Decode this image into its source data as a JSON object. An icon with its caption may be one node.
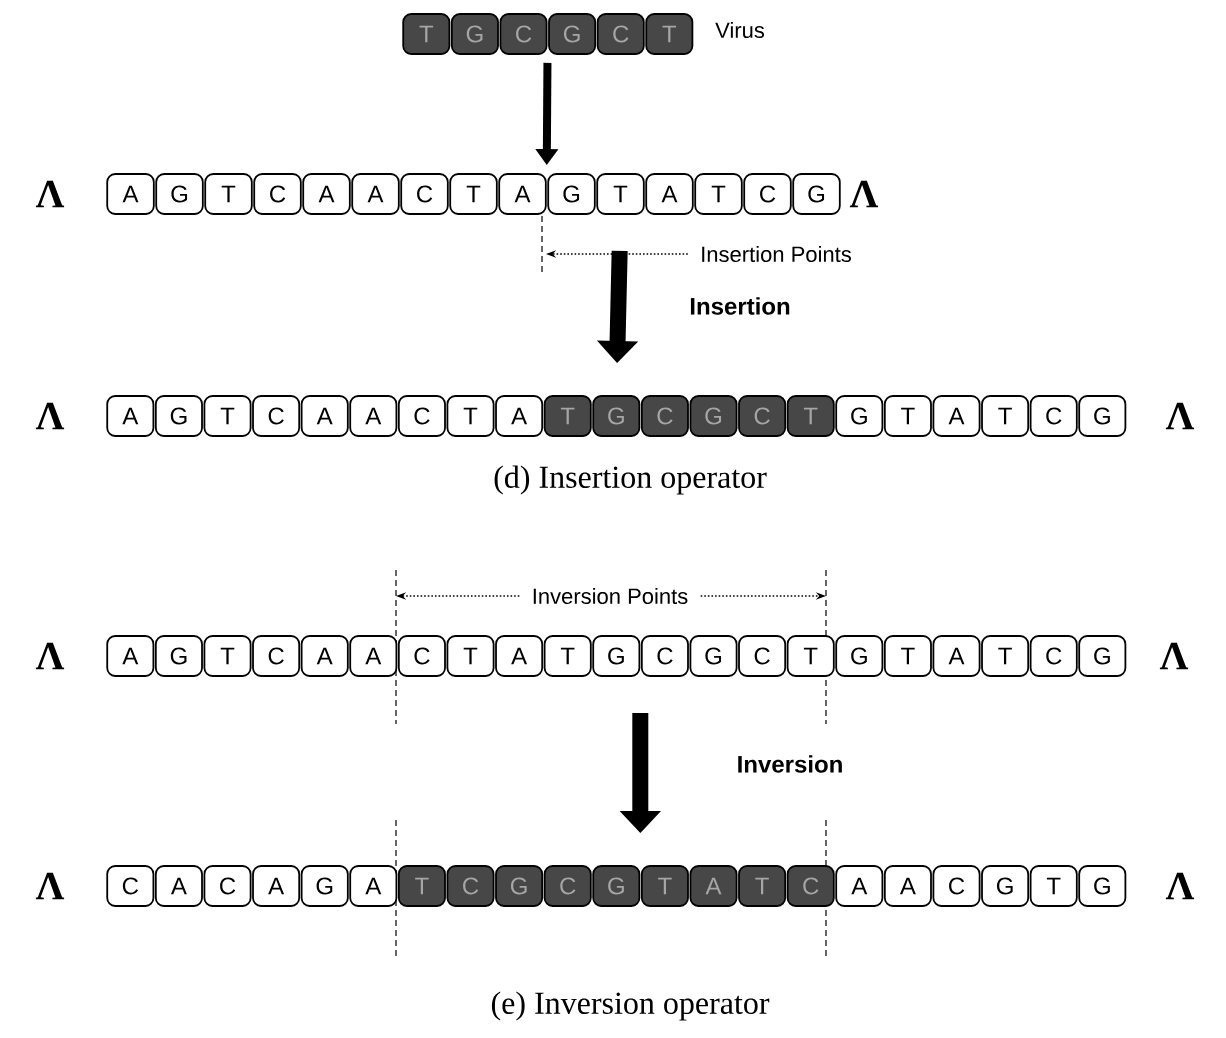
{
  "diagram": {
    "nodes": [
      {
        "text": [
          "T"
        ]
      },
      {
        "text": [
          "G"
        ]
      },
      {
        "text": [
          "C"
        ]
      },
      {
        "text": [
          "G"
        ]
      },
      {
        "text": [
          "C"
        ]
      },
      {
        "text": [
          "T"
        ]
      },
      {
        "text": [
          "A"
        ]
      },
      {
        "text": [
          "G"
        ]
      },
      {
        "text": [
          "T"
        ]
      },
      {
        "text": [
          "C"
        ]
      },
      {
        "text": [
          "A"
        ]
      },
      {
        "text": [
          "A"
        ]
      },
      {
        "text": [
          "C"
        ]
      },
      {
        "text": [
          "T"
        ]
      },
      {
        "text": [
          "A"
        ]
      },
      {
        "text": [
          "G"
        ]
      },
      {
        "text": [
          "T"
        ]
      },
      {
        "text": [
          "A"
        ]
      },
      {
        "text": [
          "T"
        ]
      },
      {
        "text": [
          "C"
        ]
      },
      {
        "text": [
          "G"
        ]
      },
      {
        "text": [
          "A"
        ]
      },
      {
        "text": [
          "G"
        ]
      },
      {
        "text": [
          "T"
        ]
      },
      {
        "text": [
          "C"
        ]
      },
      {
        "text": [
          "A"
        ]
      },
      {
        "text": [
          "A"
        ]
      },
      {
        "text": [
          "C"
        ]
      },
      {
        "text": [
          "T"
        ]
      },
      {
        "text": [
          "A"
        ]
      },
      {
        "text": [
          "T"
        ]
      },
      {
        "text": [
          "G"
        ]
      },
      {
        "text": [
          "C"
        ]
      },
      {
        "text": [
          "G"
        ]
      },
      {
        "text": [
          "C"
        ]
      },
      {
        "text": [
          "T"
        ]
      },
      {
        "text": [
          "G"
        ]
      },
      {
        "text": [
          "T"
        ]
      },
      {
        "text": [
          "A"
        ]
      },
      {
        "text": [
          "T"
        ]
      },
      {
        "text": [
          "C"
        ]
      },
      {
        "text": [
          "G"
        ]
      },
      {
        "text": [
          "A"
        ]
      },
      {
        "text": [
          "G"
        ]
      },
      {
        "text": [
          "T"
        ]
      },
      {
        "text": [
          "C"
        ]
      },
      {
        "text": [
          "A"
        ]
      },
      {
        "text": [
          "A"
        ]
      },
      {
        "text": [
          "C"
        ]
      },
      {
        "text": [
          "T"
        ]
      },
      {
        "text": [
          "A"
        ]
      },
      {
        "text": [
          "T"
        ]
      },
      {
        "text": [
          "G"
        ]
      },
      {
        "text": [
          "C"
        ]
      },
      {
        "text": [
          "G"
        ]
      },
      {
        "text": [
          "C"
        ]
      },
      {
        "text": [
          "T"
        ]
      },
      {
        "text": [
          "G"
        ]
      },
      {
        "text": [
          "T"
        ]
      },
      {
        "text": [
          "A"
        ]
      },
      {
        "text": [
          "T"
        ]
      },
      {
        "text": [
          "C"
        ]
      },
      {
        "text": [
          "G"
        ]
      },
      {
        "text": [
          "C"
        ]
      },
      {
        "text": [
          "A"
        ]
      },
      {
        "text": [
          "C"
        ]
      },
      {
        "text": [
          "A"
        ]
      },
      {
        "text": [
          "G"
        ]
      },
      {
        "text": [
          "A"
        ]
      },
      {
        "text": [
          "T"
        ]
      },
      {
        "text": [
          "C"
        ]
      },
      {
        "text": [
          "G"
        ]
      },
      {
        "text": [
          "C"
        ]
      },
      {
        "text": [
          "G"
        ]
      },
      {
        "text": [
          "T"
        ]
      },
      {
        "text": [
          "A"
        ]
      },
      {
        "text": [
          "T"
        ]
      },
      {
        "text": [
          "C"
        ]
      },
      {
        "text": [
          "A"
        ]
      },
      {
        "text": [
          "A"
        ]
      },
      {
        "text": [
          "C"
        ]
      },
      {
        "text": [
          "G"
        ]
      },
      {
        "text": [
          "T"
        ]
      },
      {
        "text": [
          "G"
        ]
      },
      {
        "text": [
          "Insertion Points"
        ]
      },
      {
        "text": [
          "Inversion Points"
        ]
      }
    ],
    "edges": [
      {
        "from": 2,
        "to": 14,
        "arrow": "to",
        "style": "thick"
      },
      {
        "from": 84,
        "to": null,
        "arrow": "to",
        "style": "dashed"
      },
      {
        "from": 16,
        "to": 31,
        "arrow": "to",
        "style": "thick",
        "label": "Insertion"
      },
      {
        "from": 85,
        "to": null,
        "arrow": "to",
        "style": "dashed"
      },
      {
        "from": 85,
        "to": null,
        "arrow": "to",
        "style": "dashed"
      },
      {
        "from": 52,
        "to": 73,
        "arrow": "to",
        "style": "thick",
        "label": "Inversion"
      }
    ],
    "labels": [
      "Virus",
      "Λ",
      "Λ",
      "Λ",
      "Λ",
      "(d) Insertion operator",
      "Λ",
      "Λ",
      "Λ",
      "Λ",
      "(e) Inversion operator"
    ]
  }
}
